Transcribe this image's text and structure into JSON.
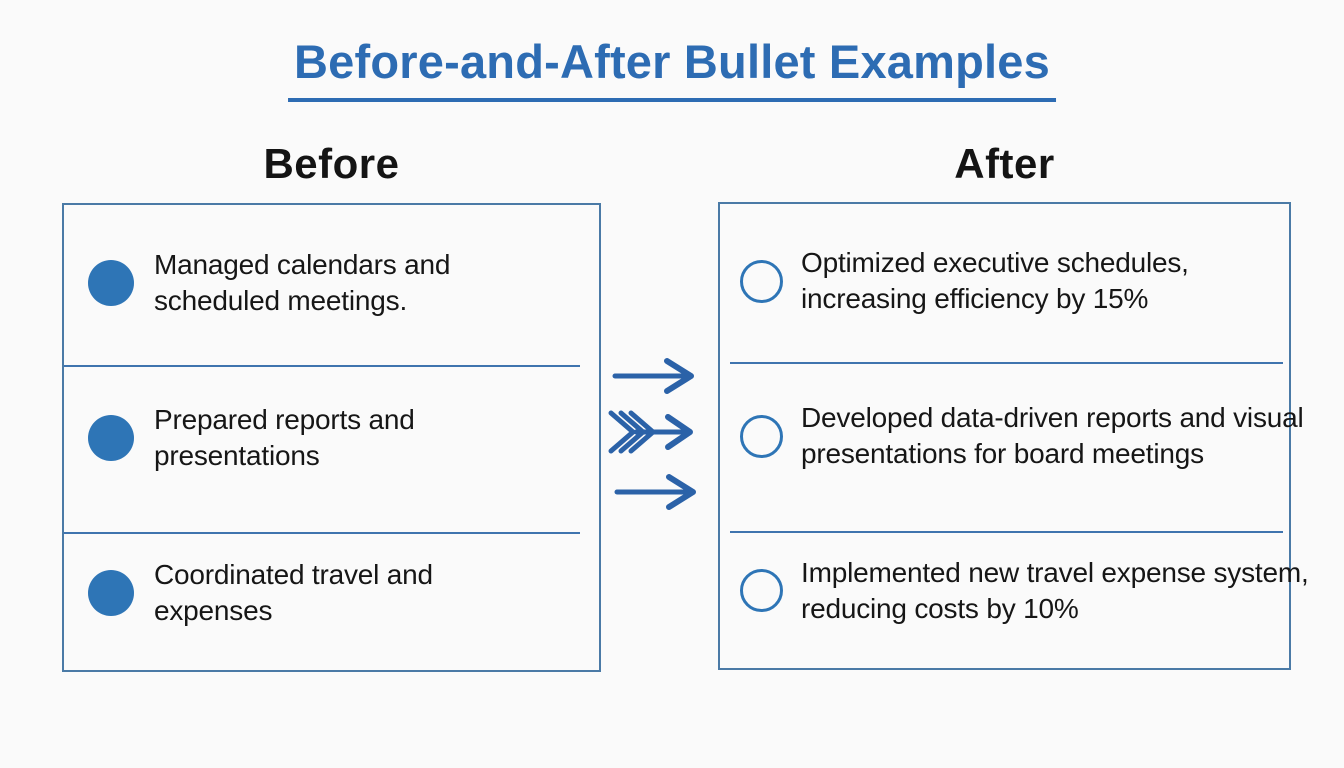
{
  "title": {
    "text": "Before-and-After Bullet Examples"
  },
  "columns": {
    "before": {
      "heading": "Before",
      "bullet_style": "filled-circle",
      "items": [
        {
          "line1": "Managed calendars and",
          "line2": "scheduled meetings."
        },
        {
          "line1": "Prepared reports and",
          "line2": "presentations"
        },
        {
          "line1": "Coordinated travel and",
          "line2": "expenses"
        }
      ]
    },
    "after": {
      "heading": "After",
      "bullet_style": "outline-circle",
      "items": [
        {
          "line1": "Optimized executive schedules,",
          "line2": "increasing efficiency by 15%"
        },
        {
          "line1": "Developed data-driven reports and visual",
          "line2": "presentations for board meetings"
        },
        {
          "line1": "Implemented new travel expense system,",
          "line2": "reducing costs by 10%"
        }
      ]
    }
  },
  "arrows": {
    "icons": [
      "arrow-right",
      "triple-fletched-arrow-right",
      "arrow-right"
    ]
  },
  "colors": {
    "title_blue": "#2d6cb3",
    "accent_blue": "#2e75b6",
    "box_border_blue": "#4a7aa6",
    "divider_blue": "#3f74ae",
    "arrow_blue": "#2b62a8",
    "text_black": "#161616",
    "background": "#fafafa"
  }
}
